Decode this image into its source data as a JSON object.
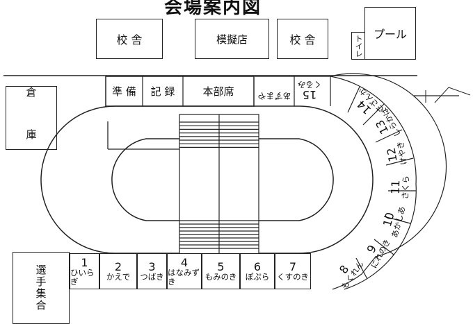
{
  "title": "会場案内図",
  "buildings": {
    "school_left": "校 舎",
    "mock_shop": "模擬店",
    "school_right": "校 舎",
    "toilet": "トイレ",
    "pool": "プール",
    "warehouse": "倉 庫",
    "assembly": "選手集合"
  },
  "tents": {
    "prep": "準 備",
    "record": "記 録",
    "hq": "本部席",
    "guest": "あずまや"
  },
  "seats": [
    {
      "num": "1",
      "name": "ひいらぎ"
    },
    {
      "num": "2",
      "name": "かえで"
    },
    {
      "num": "3",
      "name": "つばき"
    },
    {
      "num": "4",
      "name": "はなみずき"
    },
    {
      "num": "5",
      "name": "もみのき"
    },
    {
      "num": "6",
      "name": "ぽぷら"
    },
    {
      "num": "7",
      "name": "くすのき"
    },
    {
      "num": "8",
      "name": "もくれん"
    },
    {
      "num": "9",
      "name": "にれのき"
    },
    {
      "num": "10",
      "name": "あかしあ"
    },
    {
      "num": "11",
      "name": "さくら"
    },
    {
      "num": "12",
      "name": "けやき"
    },
    {
      "num": "13",
      "name": "しらかば"
    },
    {
      "num": "14",
      "name": "さざんか"
    },
    {
      "num": "15",
      "name": "くるみ"
    }
  ]
}
